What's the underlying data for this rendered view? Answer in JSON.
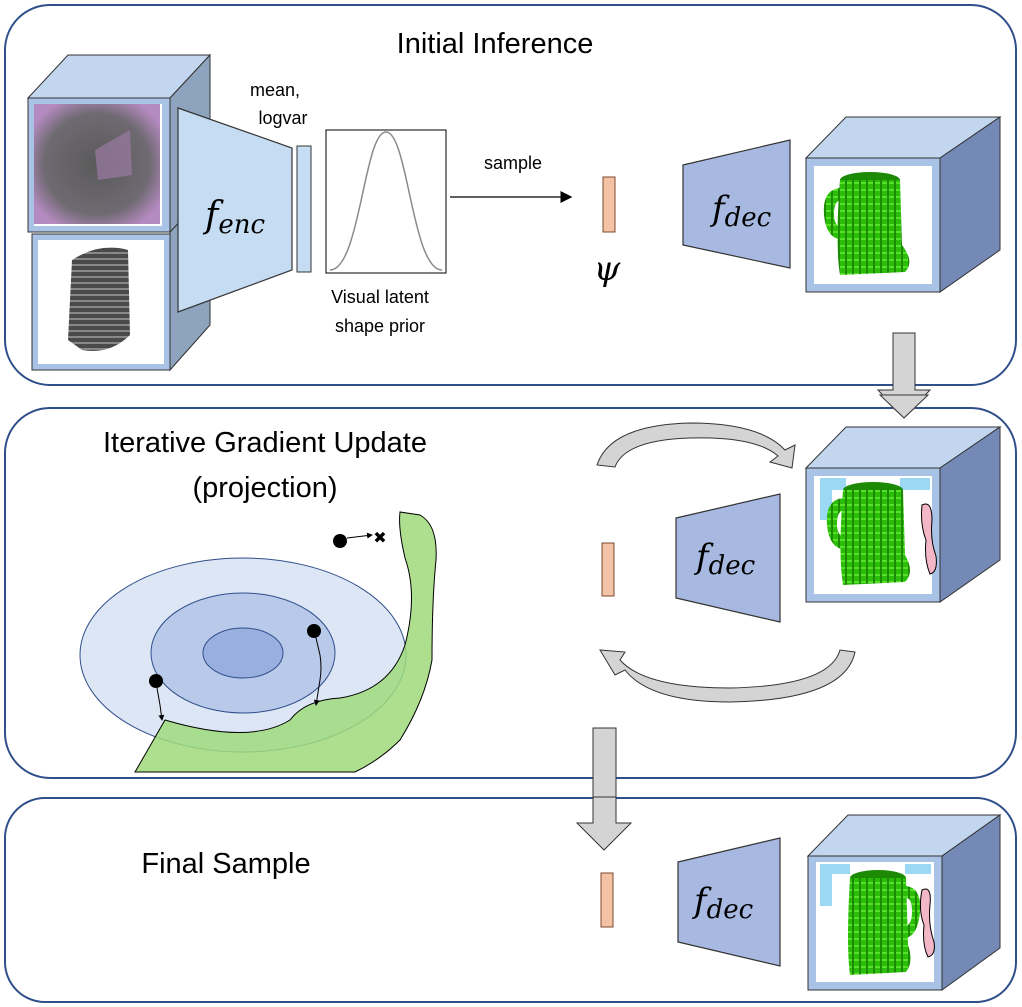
{
  "panels": {
    "initial": {
      "title": "Initial Inference"
    },
    "iterative": {
      "title_line1": "Iterative Gradient Update",
      "title_line2": "(projection)"
    },
    "final": {
      "title": "Final Sample"
    }
  },
  "labels": {
    "mean_line1": "mean,",
    "mean_line2": "logvar",
    "sample": "sample",
    "prior_line1": "Visual latent",
    "prior_line2": "shape prior",
    "psi": "ψ"
  },
  "encoder": {
    "f": "f",
    "sub": "enc"
  },
  "decoder": {
    "f": "f",
    "sub": "dec"
  },
  "colors": {
    "panel_border": "#2f4f8a",
    "cube_front": "#a9c3e6",
    "cube_top": "#c3d6ef",
    "cube_side": "#8ea3bd",
    "decoder_fill": "#a7b9e0",
    "encoder_fill": "#c6dcf3",
    "latent_fill": "#f4c2a4",
    "latent_stroke": "#7a4a30",
    "mug_green": "#2bbd0a",
    "manifold_green": "#9fd97b",
    "contour_outer": "#dde6f5",
    "contour_mid": "#b8c9ea",
    "contour_inner": "#98afe0",
    "arrow_gray": "#d4d4d4"
  }
}
